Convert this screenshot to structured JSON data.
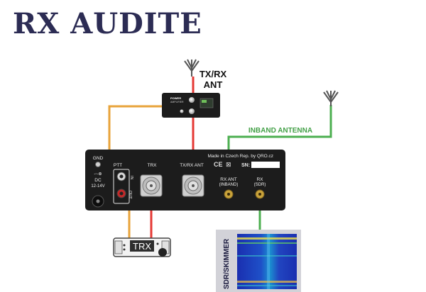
{
  "title": "RX AUDITE",
  "antenna_labels": {
    "tx_rx_line1": "TX/RX",
    "tx_rx_line2": "ANT",
    "inband": "INBAND ANTENNA"
  },
  "power_amplifier": {
    "label_line1": "POWER",
    "label_line2": "AMPLIFIER"
  },
  "device": {
    "made_in": "Made in Czech Rep. by QRO.cz",
    "sn_label": "SN:",
    "gnd": "GND",
    "dc_line1": "DC",
    "dc_line2": "12-14V",
    "ptt": "PTT",
    "ptt_in": "IN",
    "ptt_out": "OUT",
    "trx": "TRX",
    "tx_rx_ant": "TX/RX ANT",
    "rx_ant_line1": "RX ANT",
    "rx_ant_line2": "(INBAND)",
    "rx_sdr_line1": "RX",
    "rx_sdr_line2": "(SDR)"
  },
  "transceiver": {
    "label": "TRX"
  },
  "sdr": {
    "label": "SDR/SKIMMER"
  },
  "colors": {
    "ptt_cable": "#e8a33a",
    "rf_cable": "#e53935",
    "inband_cable": "#4caf50",
    "title": "#2c2c54",
    "chassis": "#1c1c1c"
  }
}
